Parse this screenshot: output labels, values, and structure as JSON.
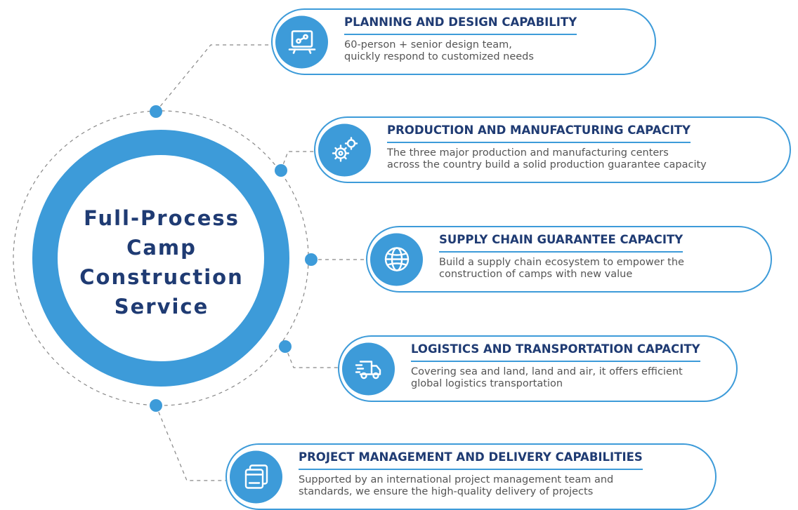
{
  "center": {
    "lines": [
      "Full-Process",
      "Camp",
      "Construction",
      "Service"
    ]
  },
  "colors": {
    "accent": "#3d9bd9",
    "title": "#1f3b73",
    "text": "#555555",
    "connector": "#888888"
  },
  "cards": [
    {
      "icon": "design-board-icon",
      "title": "PLANNING AND DESIGN CAPABILITY",
      "desc": "60-person + senior design team,\nquickly respond to customized needs"
    },
    {
      "icon": "gears-icon",
      "title": "PRODUCTION AND MANUFACTURING CAPACITY",
      "desc": "The three major production and manufacturing  centers\nacross the country build a solid production guarantee capacity"
    },
    {
      "icon": "globe-icon",
      "title": "SUPPLY CHAIN GUARANTEE CAPACITY",
      "desc": "Build a supply chain ecosystem to empower the\nconstruction of camps with new value"
    },
    {
      "icon": "truck-icon",
      "title": "LOGISTICS AND TRANSPORTATION CAPACITY",
      "desc": "Covering sea and land, land and air, it offers efficient\nglobal logistics transportation"
    },
    {
      "icon": "window-icon",
      "title": "PROJECT MANAGEMENT AND DELIVERY CAPABILITIES",
      "desc": "Supported by an international project management team and\nstandards, we ensure the high-quality delivery of projects"
    }
  ]
}
